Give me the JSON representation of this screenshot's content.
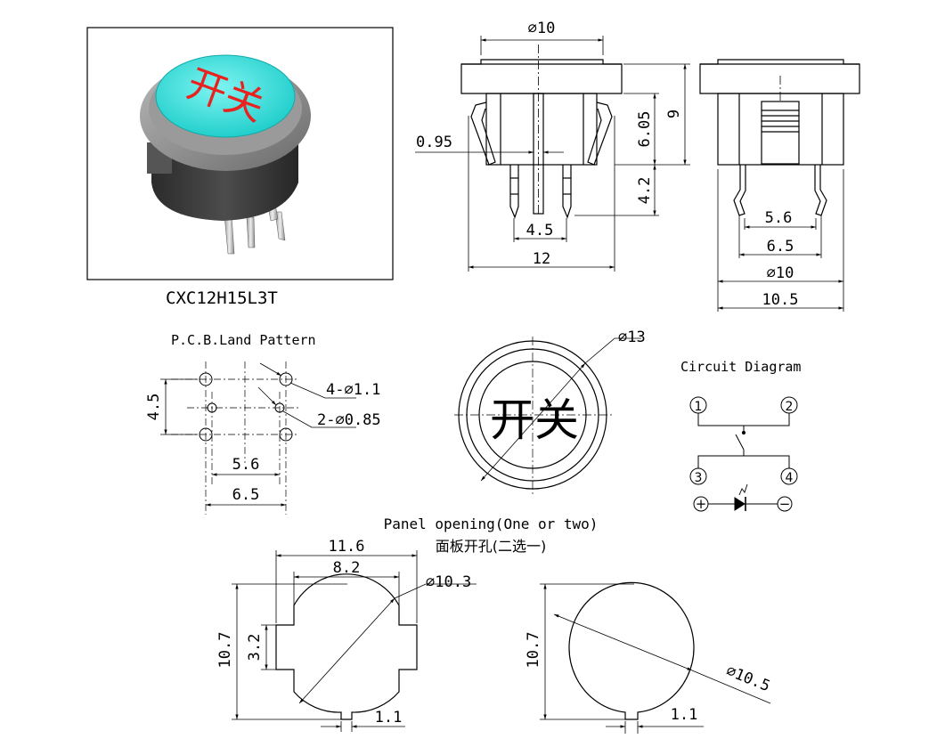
{
  "product": {
    "model": "CXC12H15L3T",
    "cap_text": "开关"
  },
  "front_view": {
    "dim_diameter": "⌀10",
    "dim_pin_width": "0.95",
    "dim_spacing": "4.5",
    "dim_width": "12",
    "dim_body_height": "6.05",
    "dim_total_height": "9",
    "dim_pin_length": "4.2"
  },
  "side_view": {
    "dim_pin_spacing": "5.6",
    "dim_outer_spacing": "6.5",
    "dim_diameter": "⌀10",
    "dim_width": "10.5"
  },
  "pcb_pattern": {
    "title": "P.C.B.Land Pattern",
    "hole_large": "4-⌀1.1",
    "hole_small": "2-⌀0.85",
    "dim_vertical": "4.5",
    "dim_inner": "5.6",
    "dim_outer": "6.5"
  },
  "top_view": {
    "dim_diameter": "⌀13",
    "cap_text": "开关"
  },
  "circuit": {
    "title": "Circuit Diagram",
    "pins": [
      "1",
      "2",
      "3",
      "4"
    ],
    "plus": "+",
    "minus": "−"
  },
  "panel": {
    "title_en": "Panel opening(One or two)",
    "title_cn": "面板开孔(二选一)",
    "left": {
      "dim_width": "11.6",
      "dim_inner": "8.2",
      "dim_diameter": "⌀10.3",
      "dim_height": "10.7",
      "dim_notch": "3.2",
      "dim_key": "1.1"
    },
    "right": {
      "dim_height": "10.7",
      "dim_diameter": "⌀10.5",
      "dim_key": "1.1"
    }
  },
  "colors": {
    "line": "#000000",
    "cap_cyan": "#3fe3e0",
    "cap_text": "#e8231f",
    "bezel": "#8c8c8c",
    "body": "#3a3a3a"
  }
}
